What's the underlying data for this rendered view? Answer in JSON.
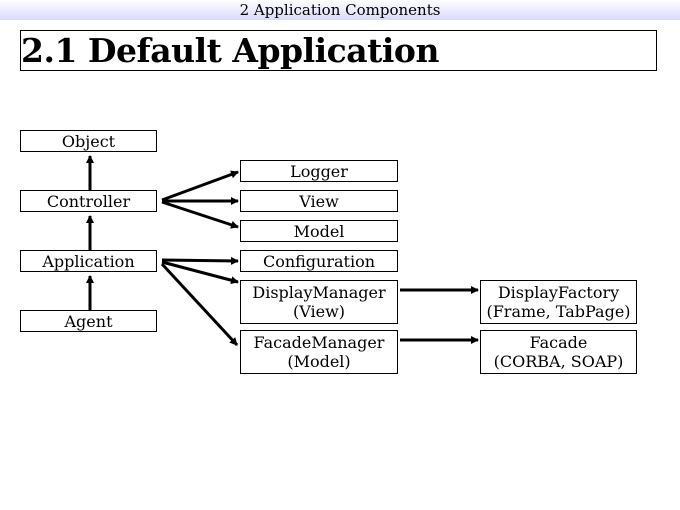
{
  "header": {
    "text": "2 Application Components"
  },
  "slide": {
    "title": "2.1 Default Application"
  },
  "diagram": {
    "nodes": {
      "object": {
        "label": "Object"
      },
      "controller": {
        "label": "Controller"
      },
      "application": {
        "label": "Application"
      },
      "agent": {
        "label": "Agent"
      },
      "logger": {
        "label": "Logger"
      },
      "view": {
        "label": "View"
      },
      "model": {
        "label": "Model"
      },
      "configuration": {
        "label": "Configuration"
      },
      "display_manager": {
        "line1": "DisplayManager",
        "line2": "(View)"
      },
      "facade_manager": {
        "line1": "FacadeManager",
        "line2": "(Model)"
      },
      "display_factory": {
        "line1": "DisplayFactory",
        "line2": "(Frame, TabPage)"
      },
      "facade": {
        "line1": "Facade",
        "line2": "(CORBA, SOAP)"
      }
    },
    "edges": [
      {
        "from": "controller",
        "to": "object",
        "kind": "inheritance"
      },
      {
        "from": "application",
        "to": "controller",
        "kind": "inheritance"
      },
      {
        "from": "agent",
        "to": "application",
        "kind": "inheritance"
      },
      {
        "from": "controller",
        "to": "logger",
        "kind": "association"
      },
      {
        "from": "controller",
        "to": "view",
        "kind": "association"
      },
      {
        "from": "controller",
        "to": "model",
        "kind": "association"
      },
      {
        "from": "application",
        "to": "configuration",
        "kind": "association"
      },
      {
        "from": "application",
        "to": "display_manager",
        "kind": "association"
      },
      {
        "from": "application",
        "to": "facade_manager",
        "kind": "association"
      },
      {
        "from": "display_manager",
        "to": "display_factory",
        "kind": "association"
      },
      {
        "from": "facade_manager",
        "to": "facade",
        "kind": "association"
      }
    ]
  }
}
